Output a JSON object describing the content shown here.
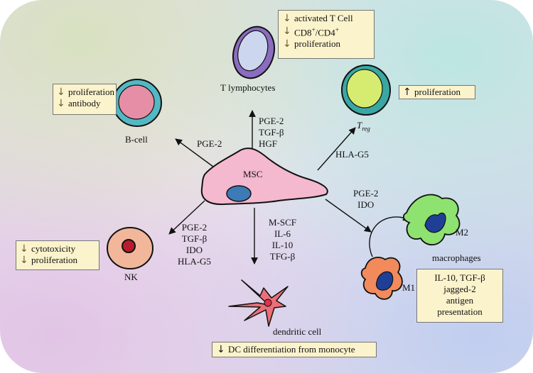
{
  "center": {
    "label": "MSC"
  },
  "cells": {
    "t_lymphocytes": "T lymphocytes",
    "treg_main": "T",
    "treg_sub": "reg",
    "b_cell": "B-cell",
    "nk": "NK",
    "dendritic": "dendritic cell",
    "macrophages": "macrophages",
    "m1": "M1",
    "m2": "M2"
  },
  "factors": {
    "b_cell": [
      "PGE-2"
    ],
    "t_lymphocytes": [
      "PGE-2",
      "TGF-β",
      "HGF"
    ],
    "treg": [
      "HLA-G5"
    ],
    "macrophage": [
      "PGE-2",
      "IDO"
    ],
    "nk": [
      "PGE-2",
      "TGF-β",
      "IDO",
      "HLA-G5"
    ],
    "dendritic": [
      "M-SCF",
      "IL-6",
      "IL-10",
      "TFG-β"
    ]
  },
  "effects": {
    "t_cell": {
      "arrow": "↓",
      "lines": [
        "activated T Cell",
        "CD8",
        "+",
        "/CD4",
        "+",
        "proliferation"
      ]
    },
    "treg": {
      "arrow": "↑",
      "text": "proliferation"
    },
    "b_cell": {
      "arrow": "↓",
      "lines": [
        "proliferation",
        "antibody"
      ]
    },
    "nk": {
      "arrow": "↓",
      "lines": [
        "cytotoxicity",
        "proliferation"
      ]
    },
    "dendritic": {
      "arrow": "↓",
      "text": "DC differentiation from monocyte"
    },
    "macrophage": [
      "IL-10, TGF-β",
      "jagged-2",
      "antigen",
      "presentation"
    ]
  },
  "colors": {
    "msc_body": "#f4b8cf",
    "msc_nucleus": "#3c7bb5",
    "t_cell_outer": "#8a6cc0",
    "t_cell_inner": "#ccd6ef",
    "treg_outer": "#3aa7a4",
    "treg_inner": "#d6ec70",
    "b_cell_outer": "#52b8c4",
    "b_cell_inner": "#e58ea5",
    "nk_outer": "#f2b79a",
    "nk_nucleus": "#b81c2c",
    "dc_body": "#ea6f78",
    "m1_body": "#f28a5c",
    "m2_body": "#8ee26f",
    "macrophage_nucleus": "#1f3f97",
    "box_fill": "#fbf3cc"
  }
}
